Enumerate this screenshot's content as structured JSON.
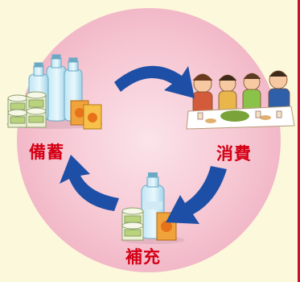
{
  "cycle": {
    "stock_label": "備蓄",
    "consume_label": "消費",
    "replenish_label": "補充"
  },
  "colors": {
    "background": "#fcf8dc",
    "circle": "#f6c7d3",
    "arrow": "#1e4fa6",
    "label": "#d40016",
    "border": "#c8102e"
  },
  "icons": [
    "stockpile-icon",
    "family-meal-icon",
    "water-bottle-food-icon",
    "cycle-arrow-icon"
  ]
}
